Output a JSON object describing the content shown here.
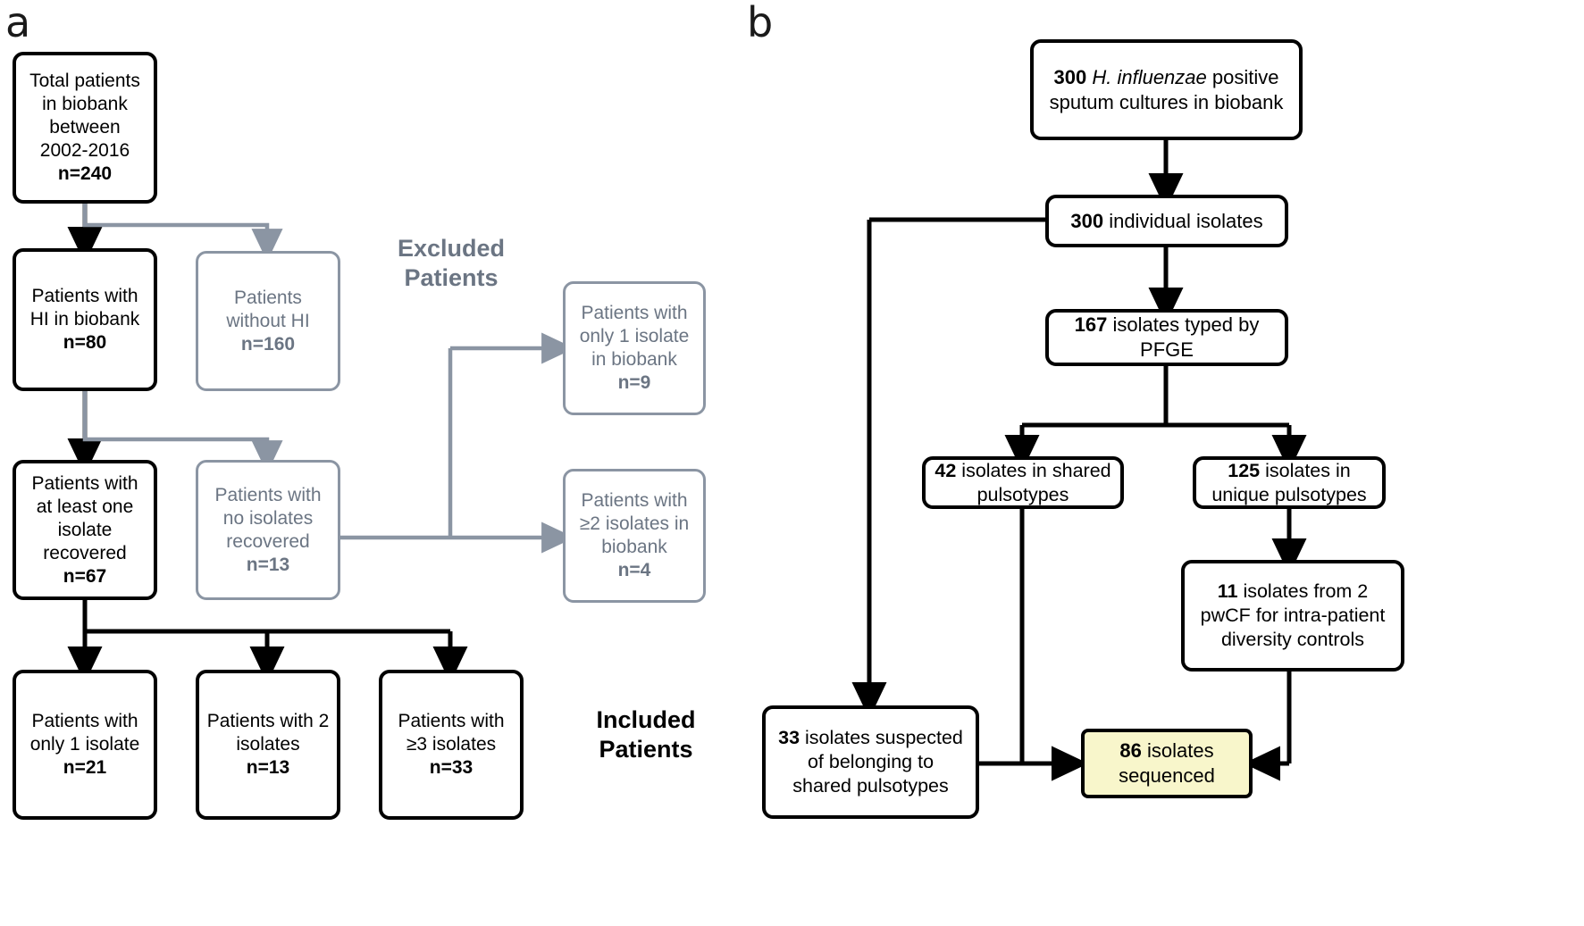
{
  "figure": {
    "panels": [
      {
        "id": "a",
        "letter": "a"
      },
      {
        "id": "b",
        "letter": "b"
      }
    ]
  },
  "panel_a": {
    "letter": "a",
    "group_labels": {
      "excluded": "Excluded\nPatients",
      "excluded_line1": "Excluded",
      "excluded_line2": "Patients",
      "included_line1": "Included",
      "included_line2": "Patients"
    },
    "nodes": {
      "total_patients": {
        "lines": [
          "Total patients",
          "in biobank",
          "between",
          "2002-2016"
        ],
        "count_label": "n=240",
        "count_value": 240,
        "style": "included"
      },
      "patients_with_hi": {
        "lines": [
          "Patients with",
          "HI in biobank"
        ],
        "count_label": "n=80",
        "count_value": 80,
        "style": "included"
      },
      "patients_without_hi": {
        "lines": [
          "Patients",
          "without HI"
        ],
        "count_label": "n=160",
        "count_value": 160,
        "style": "excluded"
      },
      "at_least_one_isolate": {
        "lines": [
          "Patients with",
          "at least one",
          "isolate",
          "recovered"
        ],
        "count_label": "n=67",
        "count_value": 67,
        "style": "included"
      },
      "no_isolates_recovered": {
        "lines": [
          "Patients with",
          "no isolates",
          "recovered"
        ],
        "count_label": "n=13",
        "count_value": 13,
        "style": "excluded"
      },
      "excluded_only_1_isolate": {
        "lines": [
          "Patients with",
          "only 1 isolate",
          "in biobank"
        ],
        "count_label": "n=9",
        "count_value": 9,
        "style": "excluded"
      },
      "excluded_2plus_isolates": {
        "lines": [
          "Patients with",
          "≥2 isolates in",
          "biobank"
        ],
        "count_label": "n=4",
        "count_value": 4,
        "style": "excluded"
      },
      "included_only_1_isolate": {
        "lines": [
          "Patients with",
          "only 1 isolate"
        ],
        "count_label": "n=21",
        "count_value": 21,
        "style": "included"
      },
      "included_2_isolates": {
        "lines": [
          "Patients with 2",
          "isolates"
        ],
        "count_label": "n=13",
        "count_value": 13,
        "style": "included"
      },
      "included_3plus_isolates": {
        "lines": [
          "Patients with",
          "≥3 isolates"
        ],
        "count_label": "n=33",
        "count_value": 33,
        "style": "included"
      }
    }
  },
  "panel_b": {
    "letter": "b",
    "nodes": {
      "sputum_cultures": {
        "count": "300",
        "italic": "H. influenzae",
        "text_after": " positive",
        "line2": "sputum cultures in biobank"
      },
      "individual_isolates": {
        "count": "300",
        "text": " individual isolates"
      },
      "typed_by_pfge": {
        "count": "167",
        "text": " isolates typed by",
        "line2": "PFGE"
      },
      "shared_pulsotypes": {
        "count": "42",
        "text": " isolates in shared",
        "line2": "pulsotypes"
      },
      "unique_pulsotypes": {
        "count": "125",
        "text": " isolates in",
        "line2": "unique pulsotypes"
      },
      "intra_patient_controls": {
        "count": "11",
        "text": " isolates from 2",
        "line2": "pwCF for intra-patient",
        "line3": "diversity controls"
      },
      "suspected_shared": {
        "count": "33",
        "text": " isolates suspected",
        "line2": "of belonging to",
        "line3": "shared pulsotypes"
      },
      "isolates_sequenced": {
        "count": "86",
        "text": " isolates",
        "line2": "sequenced",
        "highlight_color": "#f8f6cb"
      }
    }
  },
  "colors": {
    "included_stroke": "#000000",
    "excluded_stroke": "#8b95a3",
    "excluded_text": "#6b7583",
    "highlight_fill": "#f8f6cb",
    "background": "#ffffff"
  }
}
